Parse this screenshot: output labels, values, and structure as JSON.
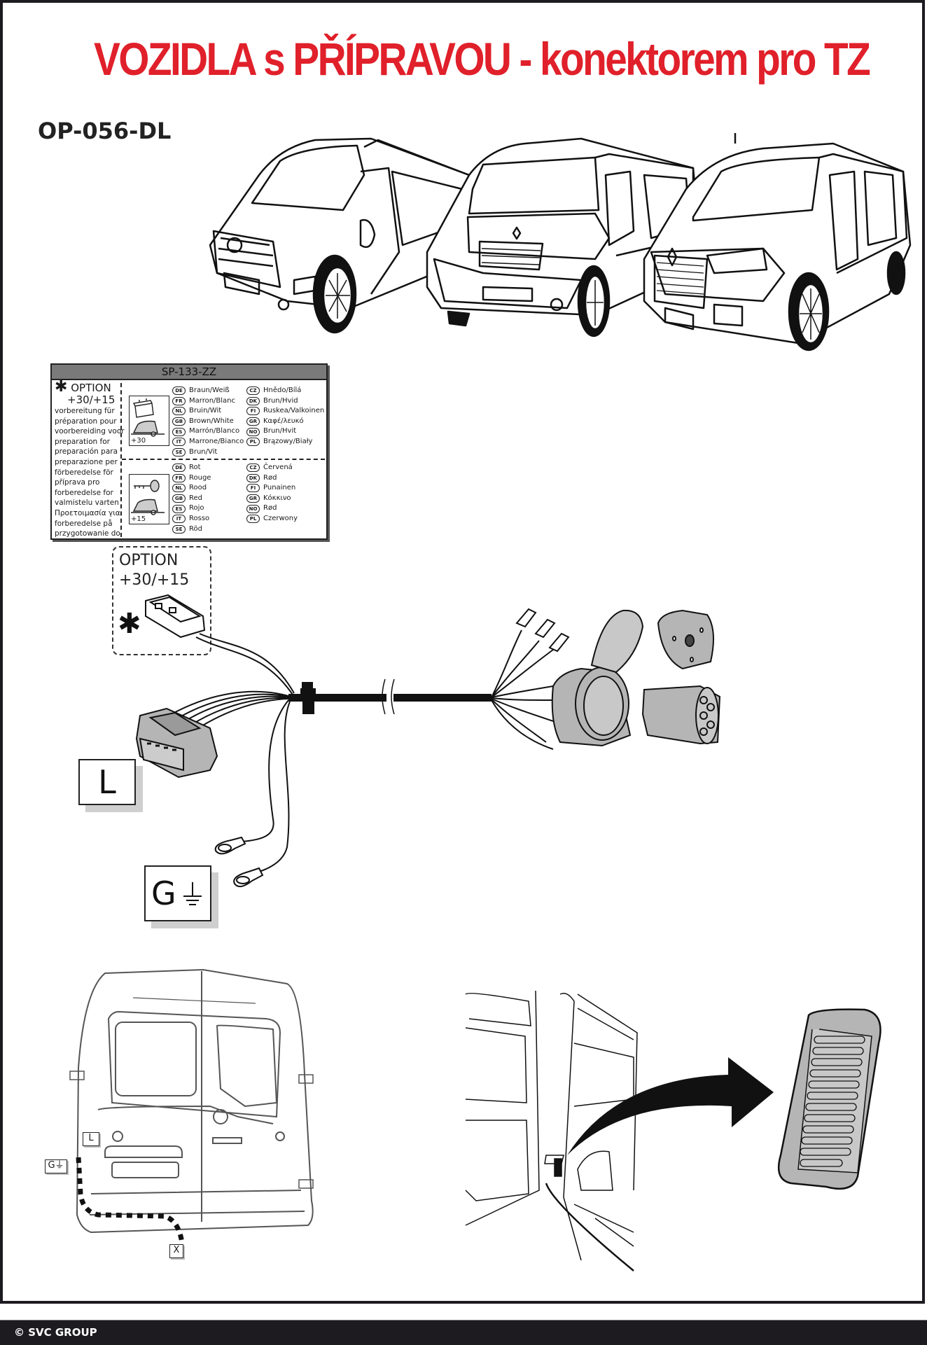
{
  "document": {
    "title": "VOZIDLA s PŘÍPRAVOU - konektorem pro TZ",
    "code": "OP-056-DL",
    "colors": {
      "title": "#e0202a",
      "frame": "#1d1b20",
      "component_fill": "#b5b5b5",
      "shadow": "#cfcfcf"
    }
  },
  "vans": [
    {
      "name": "van-opel-movano"
    },
    {
      "name": "van-renault-master"
    },
    {
      "name": "van-renault-master-facelift"
    }
  ],
  "option_table": {
    "code": "SP-133-ZZ",
    "option_title": "OPTION",
    "option_values": "+30/+15",
    "preparation_texts": [
      "vorbereitung für",
      "préparation pour",
      "voorbereiding voor",
      "preparation for",
      "preparación para",
      "preparazione per",
      "förberedelse för",
      "příprava pro",
      "forberedelse for",
      "valmistelu varten",
      "Προετοιμασία για",
      "forberedelse på",
      "przygotowanie do"
    ],
    "sections": [
      {
        "label": "+30",
        "icon": "battery-caravan-icon",
        "col1": [
          {
            "code": "DE",
            "color": "Braun/Weiß"
          },
          {
            "code": "FR",
            "color": "Marron/Blanc"
          },
          {
            "code": "NL",
            "color": "Bruin/Wit"
          },
          {
            "code": "GB",
            "color": "Brown/White"
          },
          {
            "code": "ES",
            "color": "Marrón/Blanco"
          },
          {
            "code": "IT",
            "color": "Marrone/Bianco"
          },
          {
            "code": "SE",
            "color": "Brun/Vit"
          }
        ],
        "col2": [
          {
            "code": "CZ",
            "color": "Hnědo/Bílá"
          },
          {
            "code": "DK",
            "color": "Brun/Hvid"
          },
          {
            "code": "FI",
            "color": "Ruskea/Valkoinen"
          },
          {
            "code": "GR",
            "color": "Καφέ/λευκό"
          },
          {
            "code": "NO",
            "color": "Brun/Hvit"
          },
          {
            "code": "PL",
            "color": "Brązowy/Biały"
          }
        ]
      },
      {
        "label": "+15",
        "icon": "key-caravan-icon",
        "col1": [
          {
            "code": "DE",
            "color": "Rot"
          },
          {
            "code": "FR",
            "color": "Rouge"
          },
          {
            "code": "NL",
            "color": "Rood"
          },
          {
            "code": "GB",
            "color": "Red"
          },
          {
            "code": "ES",
            "color": "Rojo"
          },
          {
            "code": "IT",
            "color": "Rosso"
          },
          {
            "code": "SE",
            "color": "Röd"
          }
        ],
        "col2": [
          {
            "code": "CZ",
            "color": "Červená"
          },
          {
            "code": "DK",
            "color": "Rød"
          },
          {
            "code": "FI",
            "color": "Punainen"
          },
          {
            "code": "GR",
            "color": "Κόκκινο"
          },
          {
            "code": "NO",
            "color": "Rød"
          },
          {
            "code": "PL",
            "color": "Czerwony"
          }
        ]
      }
    ]
  },
  "harness": {
    "option_box": {
      "title": "OPTION",
      "values": "+30/+15",
      "asterisk": "✱"
    },
    "labels": {
      "connector": "L",
      "ground": "G"
    }
  },
  "installation": {
    "labels": {
      "connector": "L",
      "ground": "G",
      "exit": "X"
    }
  },
  "footer": {
    "copyright": "© SVC GROUP"
  }
}
